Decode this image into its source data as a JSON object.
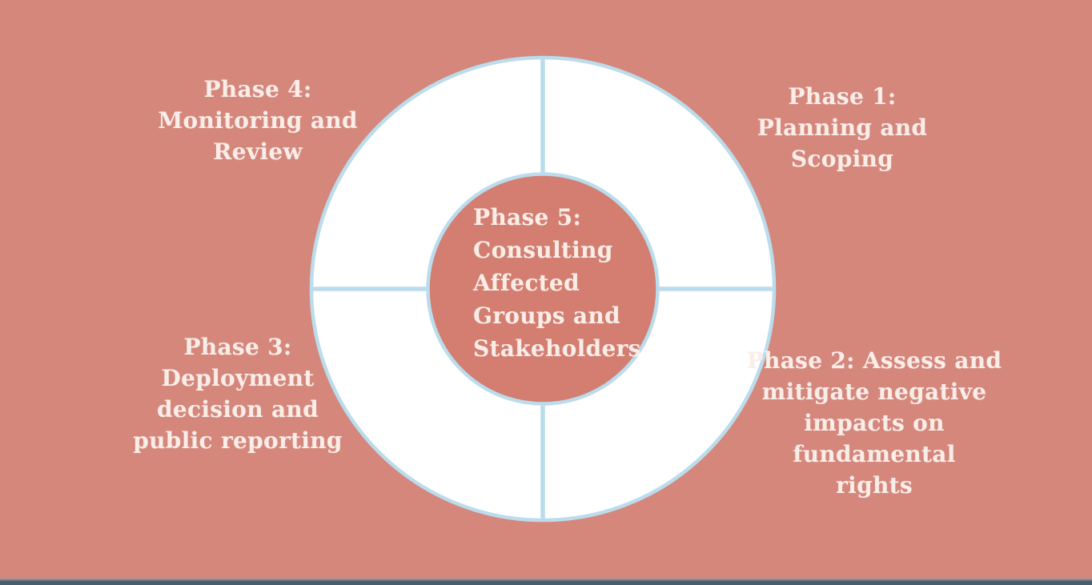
{
  "theme": {
    "background": "#d5877c",
    "ring_fill": "#ffffff",
    "divider": "#bbdcec",
    "center_fill": "#d37e70",
    "text_color": "#f9ede8",
    "bottom_bar": "#4b5c6d"
  },
  "diagram": {
    "type": "circular-process-cycle",
    "segment_count": 4,
    "phases": {
      "phase1": {
        "position": "top-right",
        "lines": [
          "Phase 1:",
          "Planning and",
          "Scoping"
        ]
      },
      "phase2": {
        "position": "bottom-right",
        "lines": [
          "Phase 2: Assess and",
          "mitigate negative",
          "impacts on",
          "fundamental",
          "rights"
        ]
      },
      "phase3": {
        "position": "bottom-left",
        "lines": [
          "Phase 3:",
          "Deployment",
          "decision and",
          "public reporting"
        ]
      },
      "phase4": {
        "position": "top-left",
        "lines": [
          "Phase 4:",
          "Monitoring and",
          "Review"
        ]
      },
      "phase5": {
        "position": "center",
        "lines": [
          "Phase 5:",
          "Consulting",
          "Affected",
          "Groups and",
          "Stakeholders"
        ]
      }
    }
  }
}
